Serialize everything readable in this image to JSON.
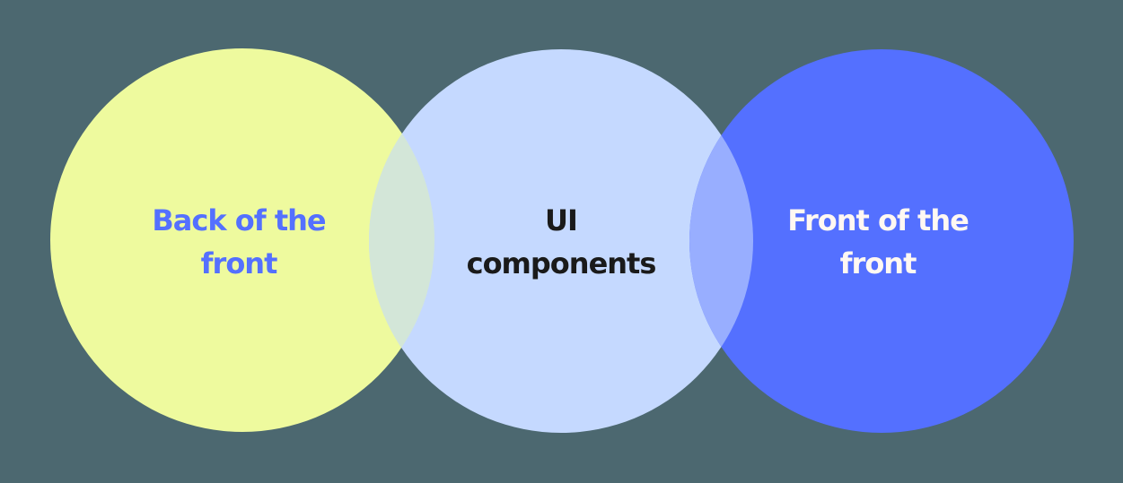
{
  "diagram": {
    "type": "venn",
    "background": "#4c6870",
    "circles": [
      {
        "label": "Back of the front",
        "line1": "Back of the",
        "line2": "front",
        "fill": "#eefa9e",
        "text_color": "#5470ff"
      },
      {
        "label": "UI components",
        "line1": "UI",
        "line2": "components",
        "fill": "#c5d9ff",
        "text_color": "#1a1a1a"
      },
      {
        "label": "Front of the front",
        "line1": "Front of the",
        "line2": "front",
        "fill": "#5470ff",
        "text_color": "#fff8f2"
      }
    ],
    "overlaps": [
      {
        "between": [
          "Back of the front",
          "UI components"
        ],
        "fill": "#d3e6d8"
      },
      {
        "between": [
          "UI components",
          "Front of the front"
        ],
        "fill": "#98aeff"
      }
    ]
  }
}
